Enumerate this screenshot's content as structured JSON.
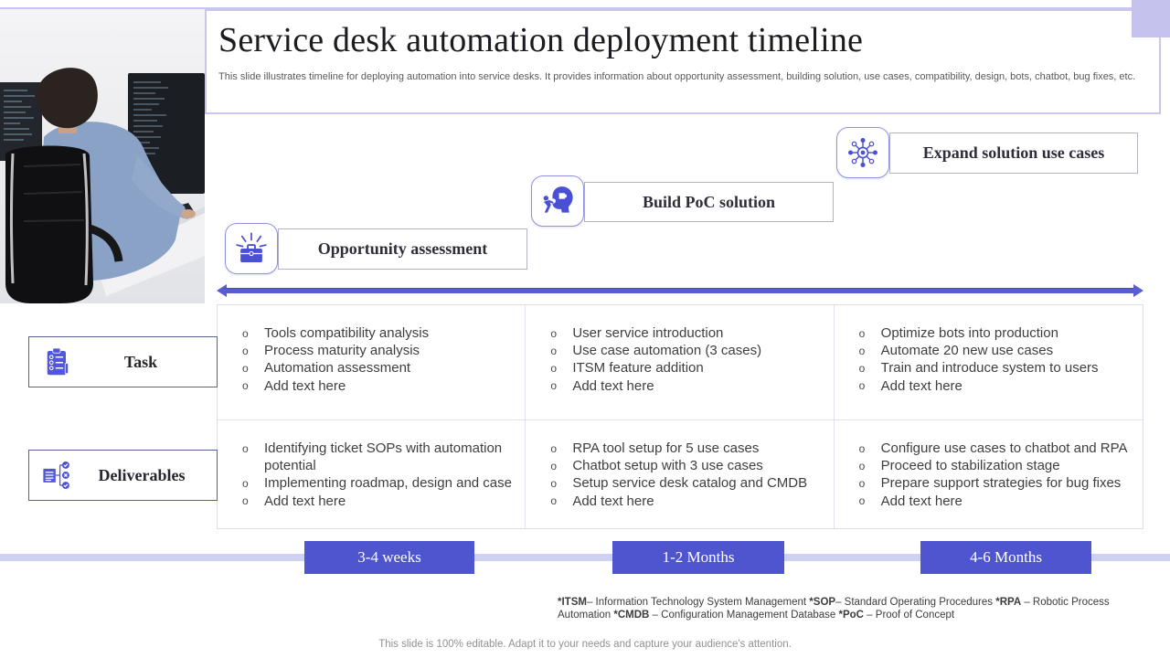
{
  "slide": {
    "title": "Service desk automation deployment timeline",
    "subtitle": "This slide illustrates timeline for deploying automation into service desks. It provides information about opportunity assessment, building solution, use cases, compatibility, design, bots, chatbot, bug fixes, etc.",
    "footer": "This slide is 100% editable. Adapt it to your needs and capture your audience's attention."
  },
  "milestones": [
    {
      "label": "Opportunity assessment",
      "icon": "toolbox-burst-icon"
    },
    {
      "label": "Build PoC solution",
      "icon": "head-puzzle-icon"
    },
    {
      "label": "Expand solution use cases",
      "icon": "hub-network-icon"
    }
  ],
  "row_labels": [
    {
      "label": "Task",
      "icon": "clipboard-checklist-icon"
    },
    {
      "label": "Deliverables",
      "icon": "document-status-icon"
    }
  ],
  "columns": {
    "task": [
      [
        "Tools compatibility analysis",
        "Process maturity analysis",
        "Automation assessment",
        "Add text here"
      ],
      [
        "User service introduction",
        "Use case automation (3 cases)",
        "ITSM feature addition",
        "Add text here"
      ],
      [
        "Optimize bots into production",
        "Automate 20 new use cases",
        "Train and introduce system to users",
        "Add text here"
      ]
    ],
    "deliverables": [
      [
        "Identifying ticket SOPs with automation potential",
        "Implementing roadmap, design and case",
        "Add text here"
      ],
      [
        "RPA tool setup for 5 use cases",
        "Chatbot setup with 3 use cases",
        "Setup service desk catalog and CMDB",
        "Add text here"
      ],
      [
        "Configure use cases to chatbot and RPA",
        "Proceed to stabilization stage",
        "Prepare support strategies for bug fixes",
        "Add text here"
      ]
    ]
  },
  "durations": [
    "3-4 weeks",
    "1-2 Months",
    "4-6 Months"
  ],
  "footnote_segments": [
    {
      "t": "*ITSM",
      "b": true
    },
    {
      "t": "– Information Technology System Management ",
      "b": false
    },
    {
      "t": "*SOP",
      "b": true
    },
    {
      "t": "– Standard Operating Procedures ",
      "b": false
    },
    {
      "t": "*RPA",
      "b": true
    },
    {
      "t": " – Robotic Process Automation ",
      "b": false
    },
    {
      "t": "*CMDB",
      "b": true
    },
    {
      "t": " – Configuration Management Database ",
      "b": false
    },
    {
      "t": "*PoC",
      "b": true
    },
    {
      "t": " – Proof of Concept",
      "b": false
    }
  ],
  "colors": {
    "accent": "#5157d2",
    "icon_blue": "#4a50d4",
    "lavender_border": "#c9c6ee",
    "corner_block": "#c5c2ee",
    "band": "#ced1f1",
    "badge_bg": "#4f55cf",
    "arrow": "#585dd1",
    "title_text": "#1b1b22",
    "body_text": "#3e3e3e",
    "subtitle_text": "#595959"
  }
}
